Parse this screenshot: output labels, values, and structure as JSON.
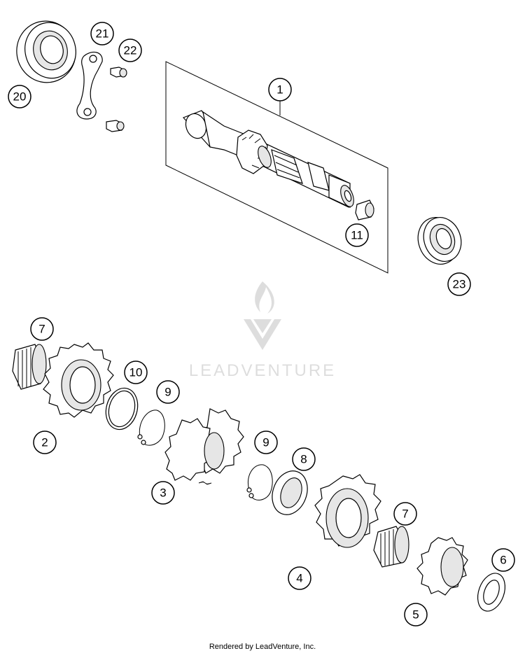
{
  "callouts": [
    {
      "id": "c1",
      "label": "1"
    },
    {
      "id": "c2",
      "label": "2"
    },
    {
      "id": "c3",
      "label": "3"
    },
    {
      "id": "c4",
      "label": "4"
    },
    {
      "id": "c5",
      "label": "5"
    },
    {
      "id": "c6",
      "label": "6"
    },
    {
      "id": "c7a",
      "label": "7"
    },
    {
      "id": "c7b",
      "label": "7"
    },
    {
      "id": "c8",
      "label": "8"
    },
    {
      "id": "c9a",
      "label": "9"
    },
    {
      "id": "c9b",
      "label": "9"
    },
    {
      "id": "c10",
      "label": "10"
    },
    {
      "id": "c11",
      "label": "11"
    },
    {
      "id": "c20",
      "label": "20"
    },
    {
      "id": "c21",
      "label": "21"
    },
    {
      "id": "c22",
      "label": "22"
    },
    {
      "id": "c23",
      "label": "23"
    }
  ],
  "watermark": {
    "text": "LEADVENTURE"
  },
  "footer": {
    "text": "Rendered by LeadVenture, Inc."
  }
}
